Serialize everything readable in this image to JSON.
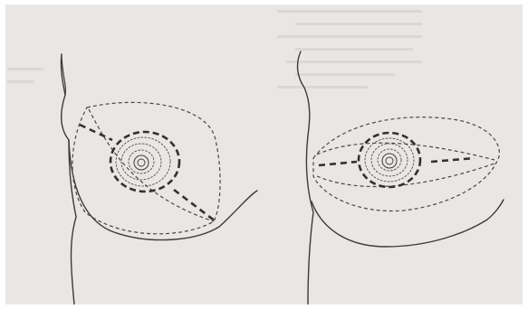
{
  "figure": {
    "panels": [
      {
        "id": "left",
        "incision": "oblique-ellipse"
      },
      {
        "id": "right",
        "incision": "horizontal-ellipse"
      }
    ],
    "colors": {
      "paper": "#e9e7e5",
      "ink": "#3d3b3a",
      "dashed_marks": "#333130"
    }
  }
}
